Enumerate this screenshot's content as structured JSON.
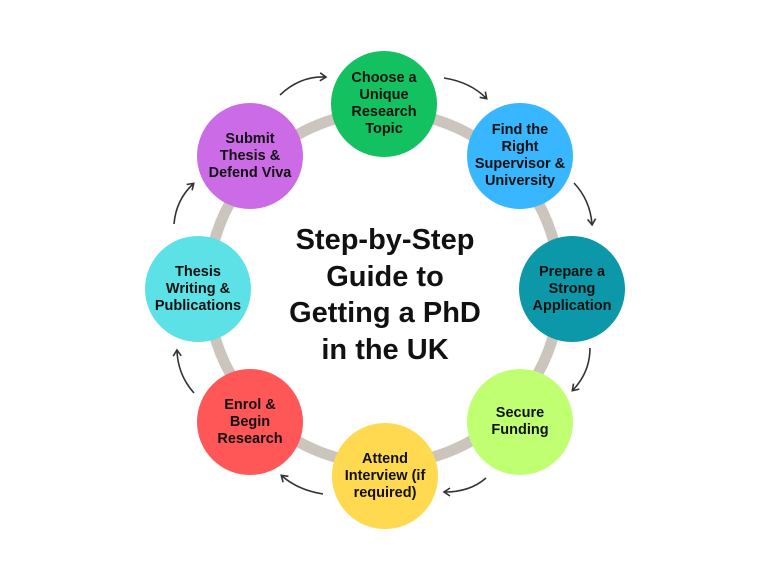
{
  "title": "Step-by-Step\nGuide to\nGetting a PhD\nin the UK",
  "colors": {
    "ring": "#cbc5be",
    "arrow": "#333333",
    "text": "#111111"
  },
  "steps": [
    {
      "label": "Choose a\nUnique\nResearch\nTopic",
      "color": "#14c160"
    },
    {
      "label": "Find the\nRight\nSupervisor &\nUniversity",
      "color": "#38b6ff"
    },
    {
      "label": "Prepare a\nStrong\nApplication",
      "color": "#0c98a8"
    },
    {
      "label": "Secure\nFunding",
      "color": "#c1ff72"
    },
    {
      "label": "Attend\nInterview (if\nrequired)",
      "color": "#ffd94f"
    },
    {
      "label": "Enrol &\nBegin\nResearch",
      "color": "#ff5757"
    },
    {
      "label": "Thesis\nWriting &\nPublications",
      "color": "#5ce1e6"
    },
    {
      "label": "Submit\nThesis &\nDefend Viva",
      "color": "#cb6ce6"
    }
  ]
}
